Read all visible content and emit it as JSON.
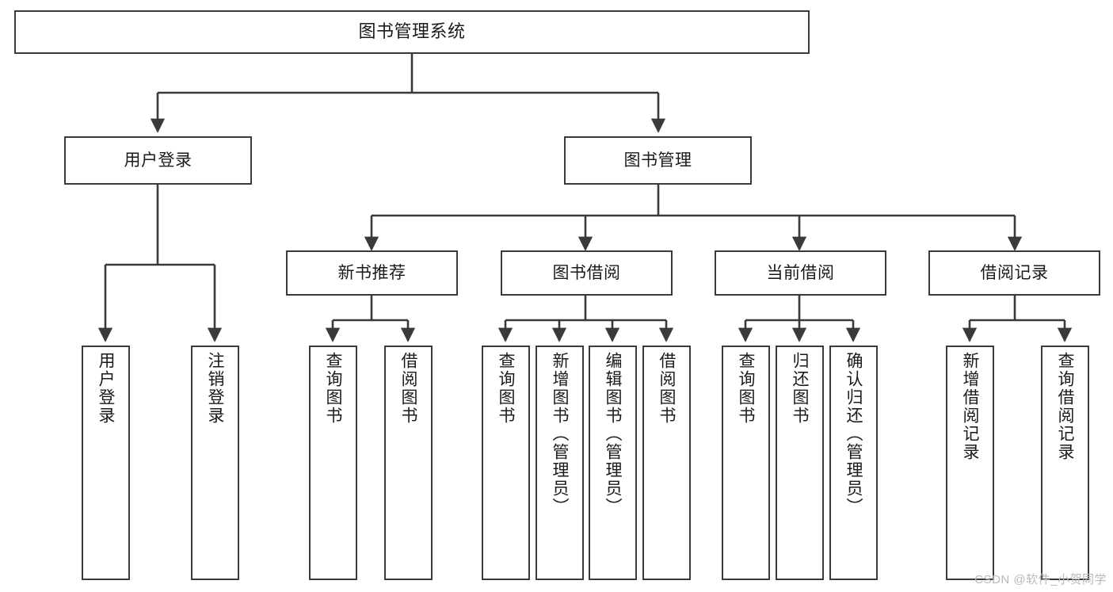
{
  "diagram": {
    "title": "图书管理系统",
    "type": "hierarchy-tree",
    "watermark": "CSDN @软件_小贺同学",
    "colors": {
      "border": "#3a3a3a",
      "text": "#1a1a1a",
      "background": "#ffffff",
      "connector": "#3a3a3a",
      "watermark": "#b9b9b9"
    },
    "root": {
      "label": "图书管理系统"
    },
    "level1": [
      {
        "label": "用户登录"
      },
      {
        "label": "图书管理"
      }
    ],
    "level2": [
      {
        "label": "新书推荐"
      },
      {
        "label": "图书借阅"
      },
      {
        "label": "当前借阅"
      },
      {
        "label": "借阅记录"
      }
    ],
    "leaves": {
      "user_login": [
        {
          "label": "用户登录"
        },
        {
          "label": "注销登录"
        }
      ],
      "new_book_recommend": [
        {
          "label": "查询图书"
        },
        {
          "label": "借阅图书"
        }
      ],
      "book_borrow": [
        {
          "label": "查询图书"
        },
        {
          "label": "新增图书（管理员）"
        },
        {
          "label": "编辑图书（管理员）"
        },
        {
          "label": "借阅图书"
        }
      ],
      "current_borrow": [
        {
          "label": "查询图书"
        },
        {
          "label": "归还图书"
        },
        {
          "label": "确认归还（管理员）"
        }
      ],
      "borrow_record": [
        {
          "label": "新增借阅记录"
        },
        {
          "label": "查询借阅记录"
        }
      ]
    }
  }
}
